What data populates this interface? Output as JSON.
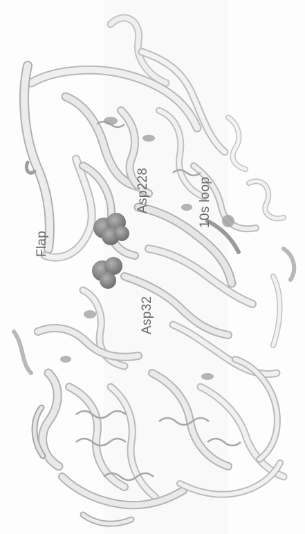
{
  "labels": {
    "flap": "Flap",
    "asp228": "Asp228",
    "loop": "10s loop",
    "asp32": "Asp32"
  },
  "colors": {
    "background": "#fdfdfd",
    "ribbon": "#ececec",
    "ribbon_edge": "#b4b4b4",
    "ribbon_shade": "#c8c8c8",
    "active_site": "#8c8c8c",
    "label_text": "#6a6a6a"
  },
  "icons": {
    "structure": "protein-ribbon-image",
    "residue": "space-filling-sphere"
  }
}
